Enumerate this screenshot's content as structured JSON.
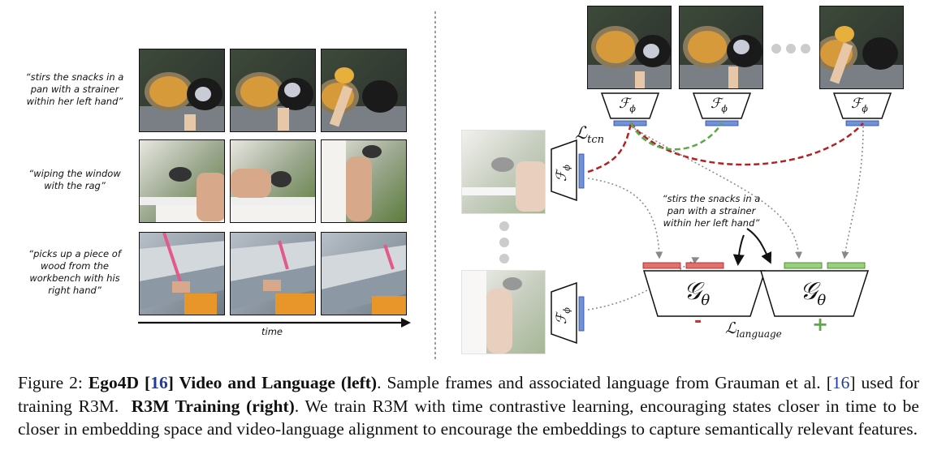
{
  "left_panel": {
    "rows": [
      {
        "caption": "“stirs the snacks in a pan with a strainer within her left hand”",
        "scene": "kitchen"
      },
      {
        "caption": "“wiping the window with the rag”",
        "scene": "window"
      },
      {
        "caption": "“picks up a piece of wood from the workbench with his right hand”",
        "scene": "workshop"
      }
    ],
    "time_label": "time"
  },
  "right_panel": {
    "encoder_symbol": "ℱ",
    "encoder_sub": "ϕ",
    "tcn_loss": "ℒ",
    "tcn_sub": "tcn",
    "language_head_symbol": "𝒢",
    "language_head_sub": "θ",
    "language_loss": "ℒ",
    "language_sub": "language",
    "language_caption": "“stirs the snacks in a pan with a strainer within her left hand”",
    "negative_sign": "-",
    "positive_sign": "+"
  },
  "caption": {
    "figure_label": "Figure 2:",
    "title_left_a": "Ego4D [",
    "ref1": "16",
    "title_left_b": "] Video and Language (left)",
    "text1": ". Sample frames and associated language from Grauman et al. [",
    "ref2": "16",
    "text2": "] used for training R3M.",
    "title_right": "R3M Training (right)",
    "text3": ". We train R3M with time contrastive learning, encouraging states closer in time to be closer in embedding space and video-language alignment to encourage the embeddings to capture semantically relevant features."
  },
  "colors": {
    "negative": "#c0392b",
    "positive": "#5aaa45",
    "embedding": "#6f92d8",
    "neg_bar": "#e07070",
    "pos_bar": "#9ad07c"
  }
}
